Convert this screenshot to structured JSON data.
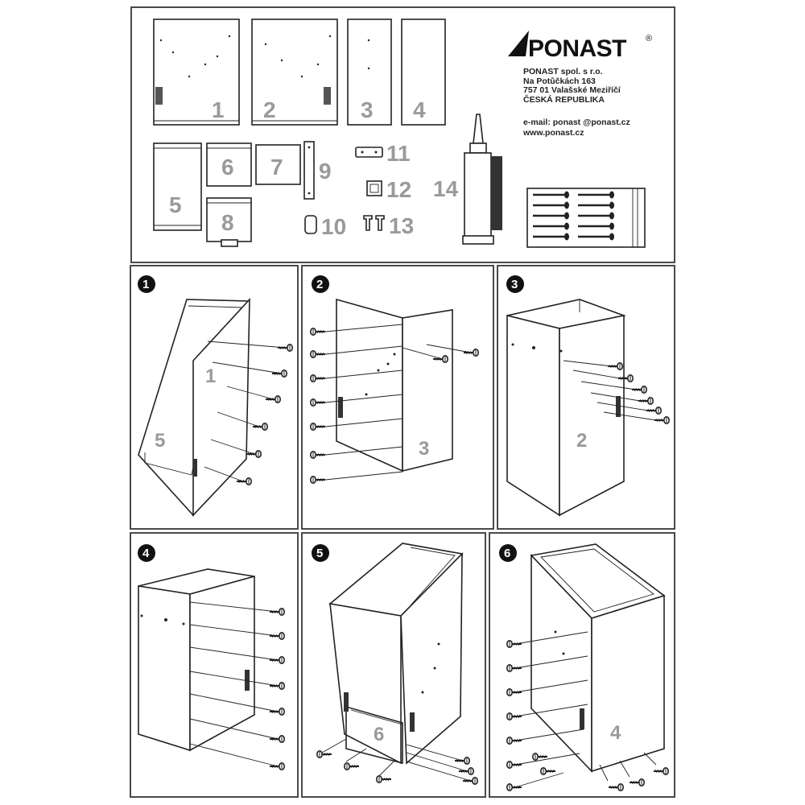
{
  "company": {
    "brand": "PONAST",
    "registered_mark": "®",
    "address_lines": [
      "PONAST spol. s r.o.",
      "Na Potůčkách 163",
      "757 01 Valašské Meziříčí",
      "ČESKÁ REPUBLIKA"
    ],
    "email": "e-mail: ponast @ponast.cz",
    "website": "www.ponast.cz"
  },
  "parts": {
    "p1": "1",
    "p2": "2",
    "p3": "3",
    "p4": "4",
    "p5": "5",
    "p6": "6",
    "p7": "7",
    "p8": "8",
    "p9": "9",
    "p10": "10",
    "p11": "11",
    "p12": "12",
    "p13": "13",
    "p14": "14"
  },
  "steps": [
    {
      "number": "1",
      "labels": [
        "1",
        "5"
      ]
    },
    {
      "number": "2",
      "labels": [
        "3"
      ]
    },
    {
      "number": "3",
      "labels": [
        "2"
      ]
    },
    {
      "number": "4",
      "labels": []
    },
    {
      "number": "5",
      "labels": [
        "6"
      ]
    },
    {
      "number": "6",
      "labels": [
        "4"
      ]
    }
  ],
  "icons": [
    "brand-logo-triangle-icon",
    "screw-icon",
    "glue-tube-icon",
    "hardware-bag-icon",
    "hinge-icon"
  ],
  "colors": {
    "line": "#222222",
    "label": "#9a9a9a",
    "frame": "#4a4a4a",
    "badge": "#111111"
  }
}
